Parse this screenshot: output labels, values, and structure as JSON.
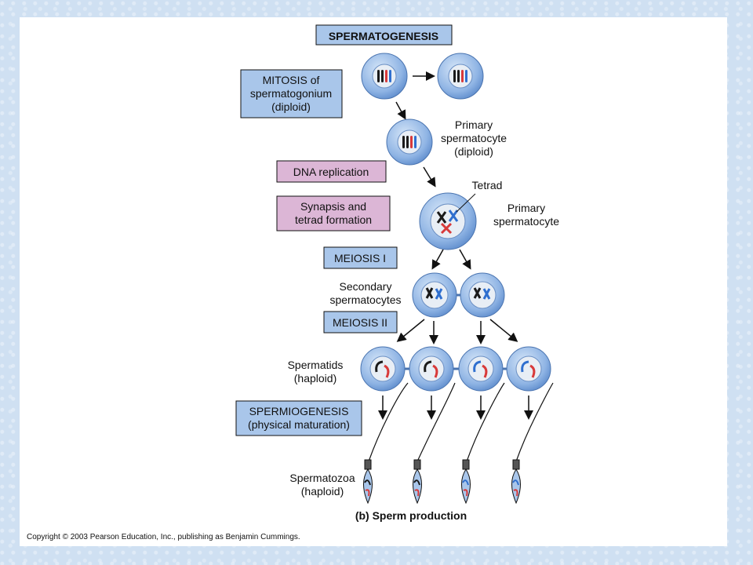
{
  "title": "SPERMATOGENESIS",
  "boxes": {
    "mitosis": [
      "MITOSIS of",
      "spermatogonium",
      "(diploid)"
    ],
    "dna": "DNA replication",
    "synapsis": [
      "Synapsis and",
      "tetrad formation"
    ],
    "meiosis1": "MEIOSIS I",
    "meiosis2": "MEIOSIS II",
    "spermiogenesis": [
      "SPERMIOGENESIS",
      "(physical maturation)"
    ]
  },
  "labels": {
    "primary_diploid": [
      "Primary",
      "spermatocyte",
      "(diploid)"
    ],
    "tetrad": "Tetrad",
    "primary": [
      "Primary",
      "spermatocyte"
    ],
    "secondary": [
      "Secondary",
      "spermatocytes"
    ],
    "spermatids": [
      "Spermatids",
      "(haploid)"
    ],
    "spermatozoa": [
      "Spermatozoa",
      "(haploid)"
    ]
  },
  "caption": "(b) Sperm production",
  "copyright": "Copyright © 2003 Pearson Education, Inc., publishing as Benjamin Cummings.",
  "colors": {
    "blue_box": "#a9c6ea",
    "pink_box": "#dcb6d6",
    "cell_outer": "#8fb4e4",
    "cell_inner": "#e8eef5",
    "chrom_black": "#1a1a1a",
    "chrom_blue": "#2f6fcf",
    "chrom_red": "#d83a3a"
  }
}
